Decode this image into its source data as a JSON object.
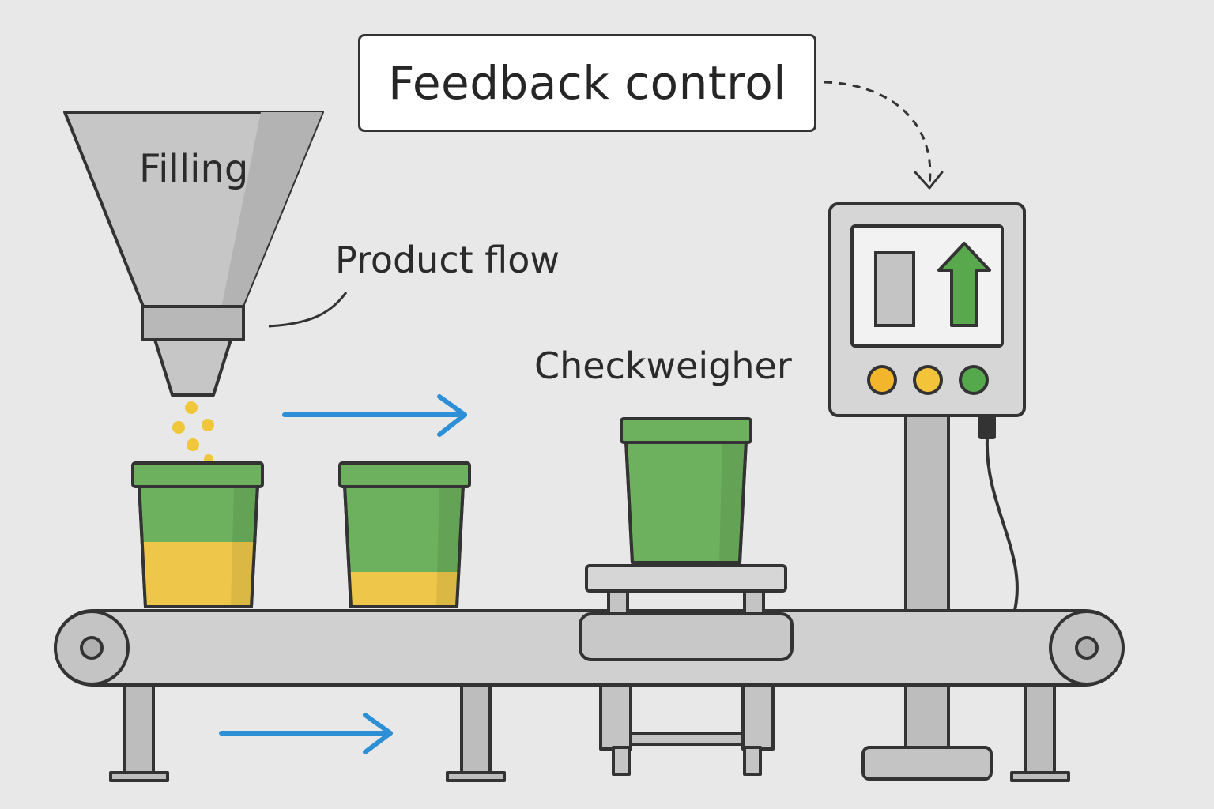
{
  "labels": {
    "feedback_control": "Feedback control",
    "filling": "Filling",
    "product_flow": "Product flow",
    "checkweigher": "Checkweigher"
  },
  "colors": {
    "background": "#e8e8e8",
    "outline": "#333333",
    "machine_grey": "#c8c8c8",
    "container_green": "#6db05e",
    "product_yellow": "#eec74a",
    "flow_arrow_blue": "#2d8fd6",
    "indicator_up_green": "#5aa84e",
    "button_yellow": "#f3b52b",
    "button_green": "#55a84c"
  },
  "icons": {
    "flow_arrow": "arrow-right-icon",
    "indicator": "arrow-up-icon",
    "feedback_link": "dashed-curved-arrow-icon"
  },
  "containers": [
    {
      "name": "filling-container",
      "fill_level": 0.55
    },
    {
      "name": "transit-container",
      "fill_level": 0.28
    },
    {
      "name": "weighed-container",
      "fill_level": 0.0
    }
  ]
}
